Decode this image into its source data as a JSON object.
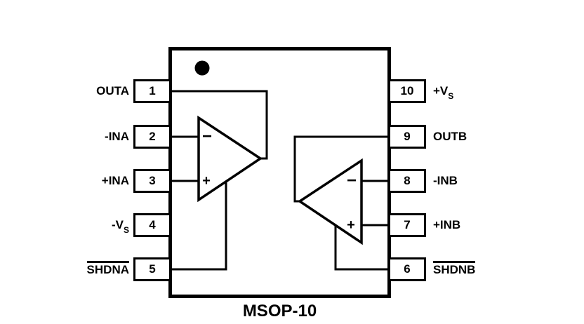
{
  "title": "MSOP-10",
  "pins": {
    "left": [
      {
        "number": "1",
        "label": "OUTA",
        "sub": ""
      },
      {
        "number": "2",
        "label": "-INA",
        "sub": ""
      },
      {
        "number": "3",
        "label": "+INA",
        "sub": ""
      },
      {
        "number": "4",
        "label": "-V",
        "sub": "S"
      },
      {
        "number": "5",
        "label": "SHDNA",
        "sub": ""
      }
    ],
    "right": [
      {
        "number": "10",
        "label": "+V",
        "sub": "S"
      },
      {
        "number": "9",
        "label": "OUTB",
        "sub": ""
      },
      {
        "number": "8",
        "label": "-INB",
        "sub": ""
      },
      {
        "number": "7",
        "label": "+INB",
        "sub": ""
      },
      {
        "number": "6",
        "label": "SHDNB",
        "sub": ""
      }
    ]
  },
  "opamps": {
    "a": {
      "minus": "−",
      "plus": "+"
    },
    "b": {
      "minus": "−",
      "plus": "+"
    }
  },
  "colors": {
    "line": "#000000",
    "background": "#ffffff"
  }
}
